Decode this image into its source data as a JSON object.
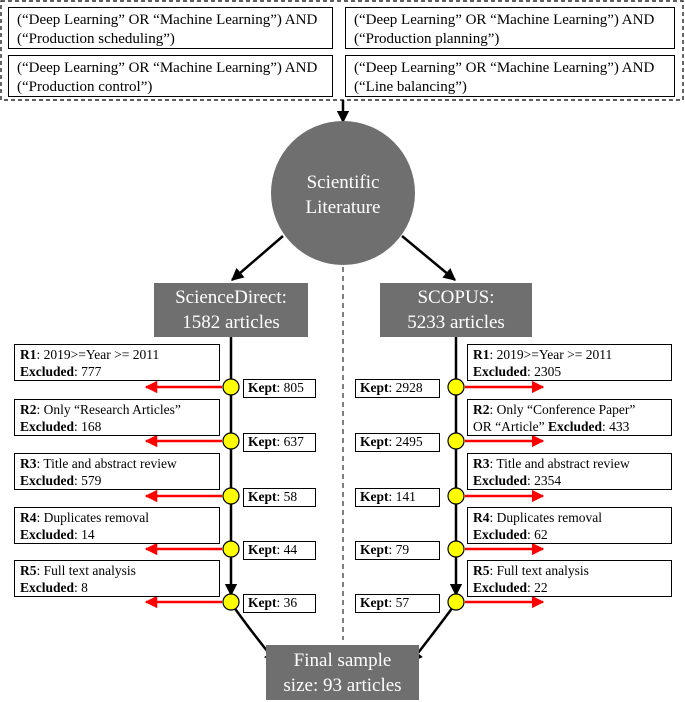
{
  "queries": [
    {
      "line1": "(“Deep Learning” OR “Machine Learning”) AND",
      "line2": "(“Production scheduling”)"
    },
    {
      "line1": "(“Deep Learning” OR “Machine Learning”) AND",
      "line2": "(“Production planning”)"
    },
    {
      "line1": "(“Deep Learning” OR “Machine Learning”) AND",
      "line2": "(“Production control”)"
    },
    {
      "line1": "(“Deep Learning” OR “Machine Learning”) AND",
      "line2": "(“Line balancing”)"
    }
  ],
  "hub": {
    "line1": "Scientific",
    "line2": "Literature"
  },
  "sciencedirect": {
    "name": "ScienceDirect:",
    "count": "1582 articles"
  },
  "scopus": {
    "name": "SCOPUS:",
    "count": "5233 articles"
  },
  "final": {
    "line1": "Final sample",
    "line2": "size: 93 articles"
  },
  "kept_label": "Kept",
  "excluded_label": "Excluded",
  "left_steps": [
    {
      "r": "R1",
      "text": ": 2019>=Year >= 2011",
      "excluded": ": 777",
      "kept": ": 805"
    },
    {
      "r": "R2",
      "text": ": Only “Research Articles”",
      "excluded": ": 168",
      "kept": ": 637"
    },
    {
      "r": "R3",
      "text": ": Title  and abstract review",
      "excluded": ": 579",
      "kept": ": 58"
    },
    {
      "r": "R4",
      "text": ": Duplicates removal",
      "excluded": ": 14",
      "kept": ": 44"
    },
    {
      "r": "R5",
      "text": ": Full text analysis",
      "excluded": ": 8",
      "kept": ": 36"
    }
  ],
  "right_steps": [
    {
      "r": "R1",
      "text": ": 2019>=Year >= 2011",
      "excluded": ": 2305",
      "kept": ": 2928"
    },
    {
      "r": "R2",
      "text": ": Only “Conference Paper”",
      "text2": "OR “Article” ",
      "excluded": ": 433",
      "kept": ": 2495"
    },
    {
      "r": "R3",
      "text": ": Title  and abstract review",
      "excluded": ": 2354",
      "kept": ": 141"
    },
    {
      "r": "R4",
      "text": ": Duplicates removal",
      "excluded": ": 62",
      "kept": ": 79"
    },
    {
      "r": "R5",
      "text": ": Full text analysis",
      "excluded": ": 22",
      "kept": ": 57"
    }
  ],
  "colors": {
    "box_gray": "#6f6f6f",
    "node_yellow": "#ffff00",
    "arrow_red": "#ff0000"
  }
}
